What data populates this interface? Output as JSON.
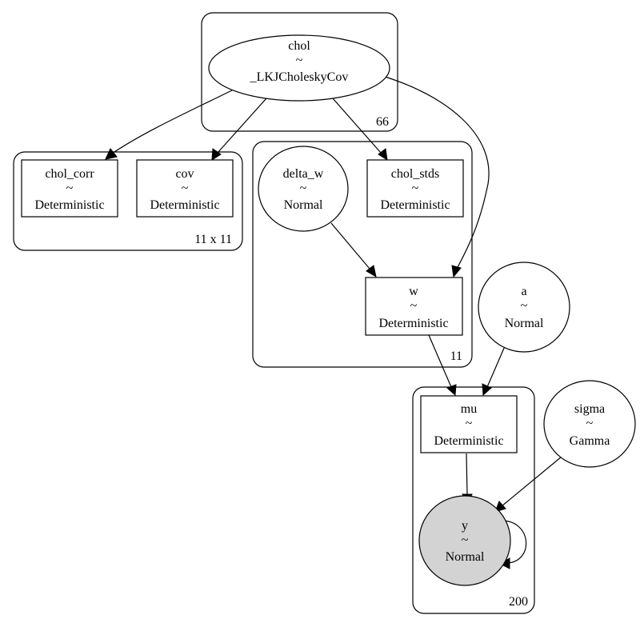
{
  "plates": {
    "chol_plate": "66",
    "cov_plate": "11 x 11",
    "w_plate": "11",
    "obs_plate": "200"
  },
  "nodes": {
    "chol": {
      "name": "chol",
      "tilde": "~",
      "dist": "_LKJCholeskyCov"
    },
    "chol_corr": {
      "name": "chol_corr",
      "tilde": "~",
      "dist": "Deterministic"
    },
    "cov": {
      "name": "cov",
      "tilde": "~",
      "dist": "Deterministic"
    },
    "delta_w": {
      "name": "delta_w",
      "tilde": "~",
      "dist": "Normal"
    },
    "chol_stds": {
      "name": "chol_stds",
      "tilde": "~",
      "dist": "Deterministic"
    },
    "w": {
      "name": "w",
      "tilde": "~",
      "dist": "Deterministic"
    },
    "a": {
      "name": "a",
      "tilde": "~",
      "dist": "Normal"
    },
    "mu": {
      "name": "mu",
      "tilde": "~",
      "dist": "Deterministic"
    },
    "sigma": {
      "name": "sigma",
      "tilde": "~",
      "dist": "Gamma"
    },
    "y": {
      "name": "y",
      "tilde": "~",
      "dist": "Normal"
    }
  },
  "colors": {
    "observed_fill": "#d3d3d3",
    "node_fill": "#ffffff",
    "stroke": "#000000"
  }
}
